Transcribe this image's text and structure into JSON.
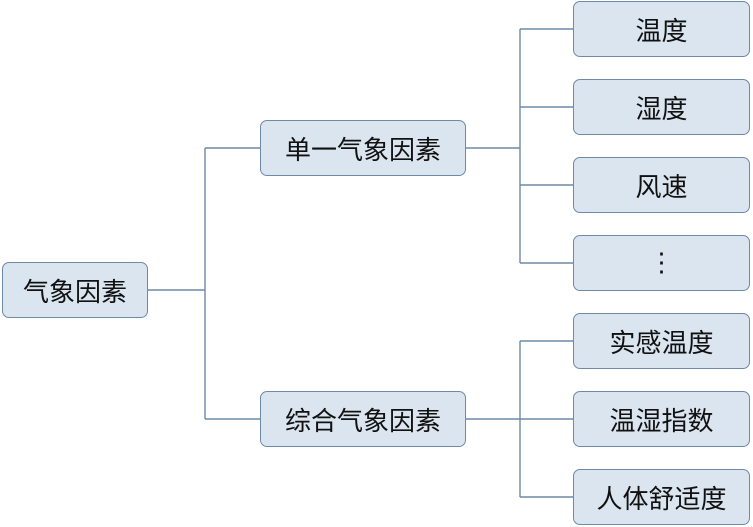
{
  "root": {
    "label": "气象因素"
  },
  "branches": [
    {
      "label": "单一气象因素",
      "children": [
        "温度",
        "湿度",
        "风速",
        "⋮"
      ]
    },
    {
      "label": "综合气象因素",
      "children": [
        "实感温度",
        "温湿指数",
        "人体舒适度"
      ]
    }
  ],
  "colors": {
    "node_fill": "#dbe5ef",
    "node_border": "#6f8aa6",
    "connector": "#6f8aa6",
    "text": "#111111"
  }
}
